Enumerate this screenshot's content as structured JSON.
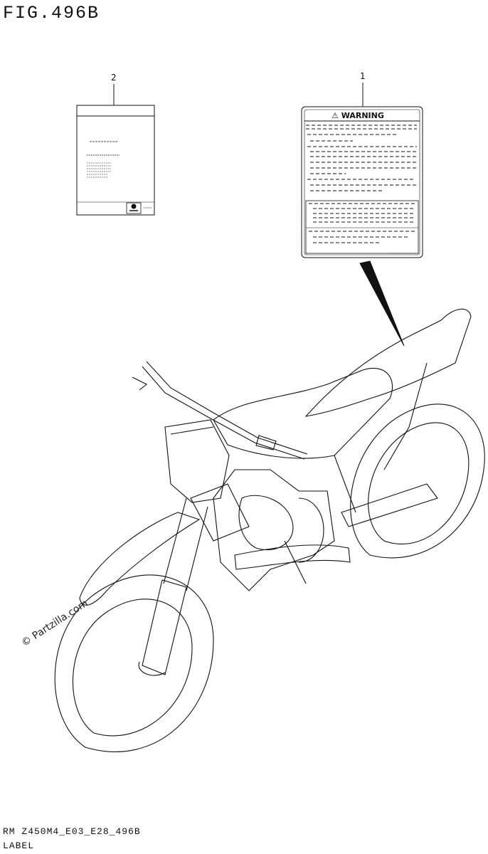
{
  "figure": {
    "title": "FIG.496B",
    "footer_code": "RM Z450M4_E03_E28_496B",
    "footer_desc": "LABEL",
    "watermark": "© Partzilla.com"
  },
  "callouts": {
    "manual": "2",
    "warning_label": "1"
  },
  "warning_label": {
    "heading": "⚠ WARNING"
  }
}
